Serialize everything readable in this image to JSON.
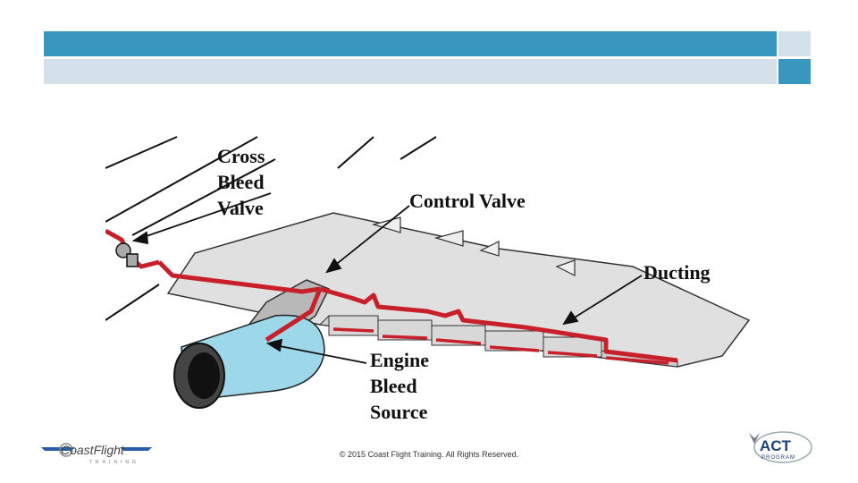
{
  "diagram": {
    "labels": {
      "cross_bleed_1": "Cross",
      "cross_bleed_2": "Bleed",
      "cross_bleed_3": "Valve",
      "control_valve": "Control Valve",
      "ducting": "Ducting",
      "engine_1": "Engine",
      "engine_2": "Bleed",
      "engine_3": "Source"
    },
    "colors": {
      "duct": "#c8202a",
      "nacelle": "#9cd8ea",
      "wing": "#e0e0e0",
      "header_blue": "#3896bf",
      "header_light": "#d4e0ea"
    }
  },
  "footer": {
    "copyright": "© 2015 Coast Flight Training. All Rights Reserved."
  },
  "logos": {
    "coastflight_text": "CoastFlight",
    "coastflight_sub": "TRAINING",
    "act_text": "ACT",
    "act_sub": "PROGRAM"
  }
}
